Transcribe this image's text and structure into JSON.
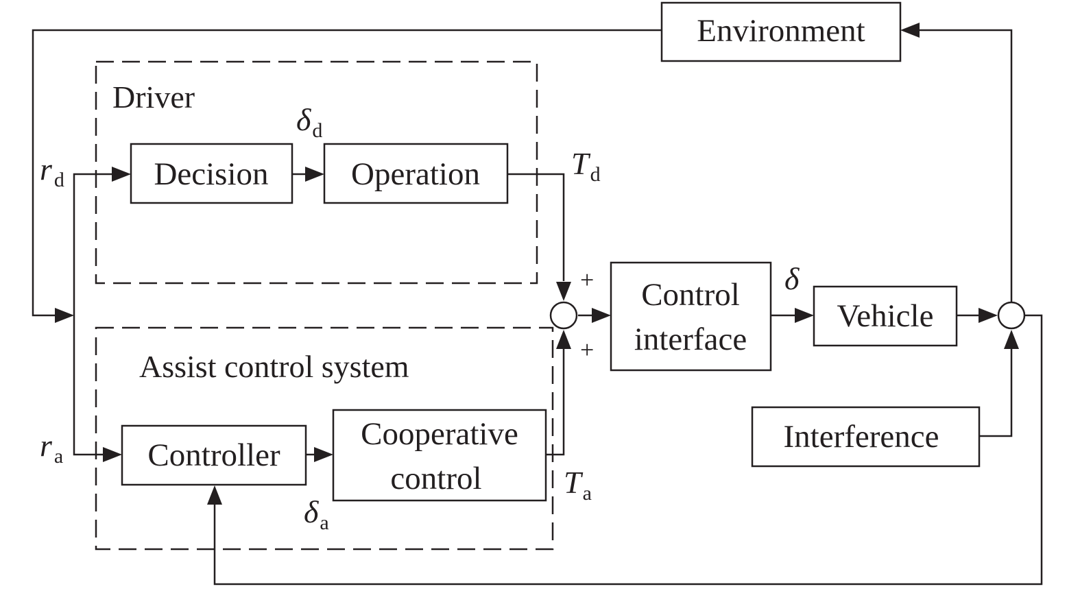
{
  "groups": {
    "driver": "Driver",
    "assist": "Assist control system"
  },
  "blocks": {
    "environment": "Environment",
    "decision": "Decision",
    "operation": "Operation",
    "control_interface": [
      "Control",
      "interface"
    ],
    "vehicle": "Vehicle",
    "interference": "Interference",
    "controller": "Controller",
    "cooperative_control": [
      "Cooperative",
      "control"
    ]
  },
  "signals": {
    "r_d": {
      "sym": "r",
      "sub": "d"
    },
    "r_a": {
      "sym": "r",
      "sub": "a"
    },
    "delta_d": {
      "sym": "δ",
      "sub": "d"
    },
    "delta_a": {
      "sym": "δ",
      "sub": "a"
    },
    "T_d": {
      "sym": "T",
      "sub": "d"
    },
    "T_a": {
      "sym": "T",
      "sub": "a"
    },
    "delta": {
      "sym": "δ"
    }
  },
  "signs": {
    "sum_top": "+",
    "sum_bottom": "+"
  }
}
